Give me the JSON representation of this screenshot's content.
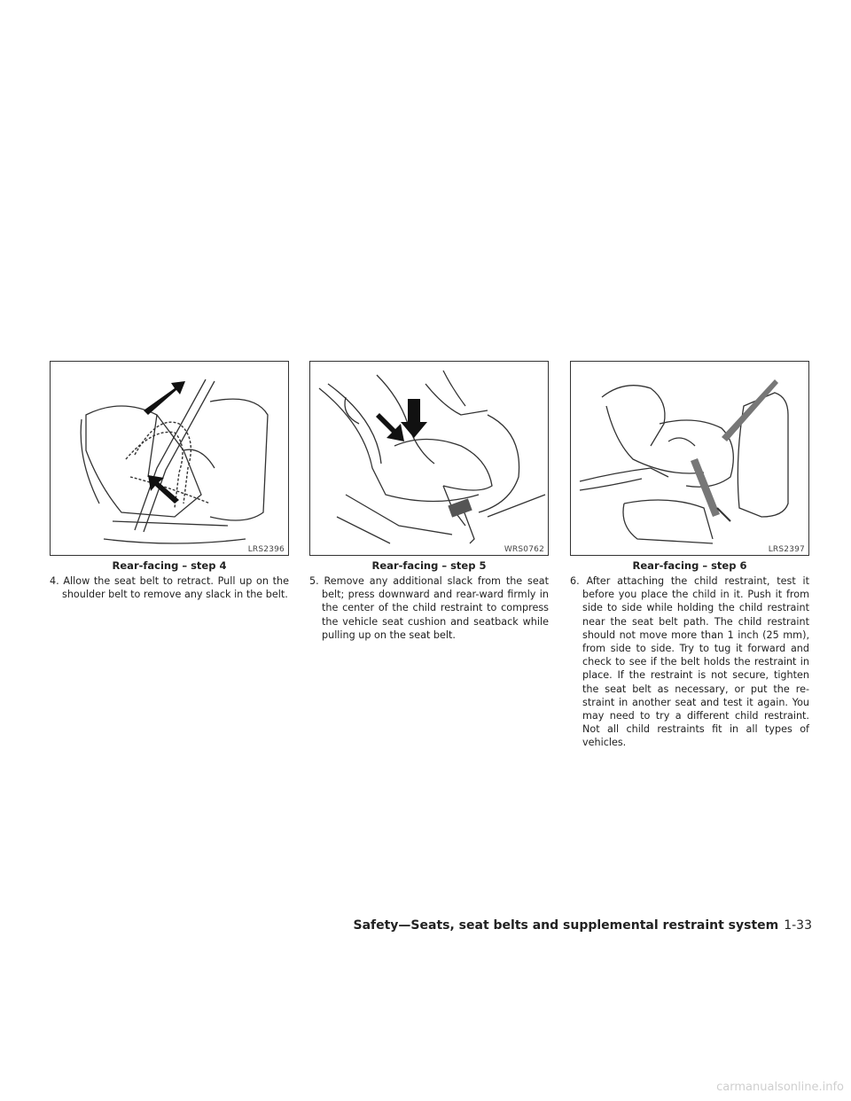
{
  "figures": [
    {
      "code": "LRS2396",
      "caption": "Rear-facing – step 4",
      "step_text": "4. Allow the seat belt to retract. Pull up on the shoulder belt to remove any slack in the belt."
    },
    {
      "code": "WRS0762",
      "caption": "Rear-facing – step 5",
      "step_text": "5. Remove any additional slack from the seat belt; press downward and rear-ward firmly in the center of the child restraint to compress the vehicle seat cushion and seatback while pulling up on the seat belt."
    },
    {
      "code": "LRS2397",
      "caption": "Rear-facing – step 6",
      "step_text": "6. After attaching the child restraint, test it before you place the child in it. Push it from side to side while holding the child restraint near the seat belt path. The child restraint should not move more than 1 inch (25 mm), from side to side. Try to tug it forward and check to see if the belt holds the restraint in place. If the restraint is not secure, tighten the seat belt as necessary, or put the re-straint in another seat and test it again. You may need to try a different child restraint. Not all child restraints fit in all types of vehicles."
    }
  ],
  "footer": {
    "section": "Safety—Seats, seat belts and supplemental restraint system",
    "page": "1-33"
  },
  "watermark": "carmanualsonline.info"
}
